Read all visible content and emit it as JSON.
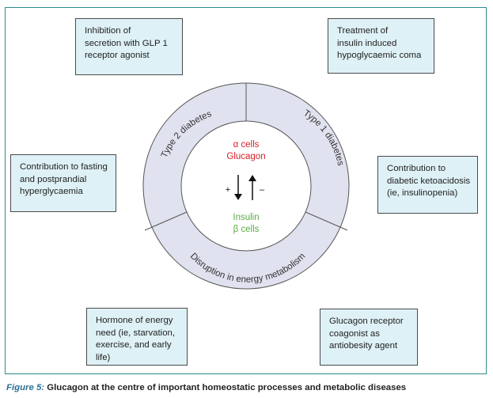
{
  "boxes": {
    "top_left": "Inhibition of\nsecretion with GLP 1\nreceptor agonist",
    "top_right": "Treatment of\ninsulin induced\nhypoglycaemic coma",
    "mid_left": "Contribution to fasting\nand postprandial\nhyperglycaemia",
    "mid_right": "Contribution to\ndiabetic ketoacidosis\n(ie, insulinopenia)",
    "bottom_left": "Hormone of energy\nneed (ie, starvation,\nexercise, and early life)",
    "bottom_right": "Glucagon receptor\ncoagonist as\nantiobesity agent"
  },
  "ring": {
    "segment_left": "Type 2 diabetes",
    "segment_right": "Type 1 diabetes",
    "segment_bottom": "Disruption in energy metabolism"
  },
  "center": {
    "alpha_label": "α cells",
    "glucagon_label": "Glucagon",
    "insulin_label": "Insulin",
    "beta_label": "β cells",
    "plus_sign": "+",
    "minus_sign": "–"
  },
  "caption": {
    "prefix": "Figure 5:",
    "text": " Glucagon at the centre of important homeostatic processes and metabolic diseases"
  },
  "colors": {
    "ring_fill": "#e1e2ef",
    "box_fill": "#def1f6",
    "frame": "#2e8b8b",
    "alpha_red": "#d8202a",
    "insulin_green": "#5cae45",
    "caption_blue": "#2e6f94"
  }
}
